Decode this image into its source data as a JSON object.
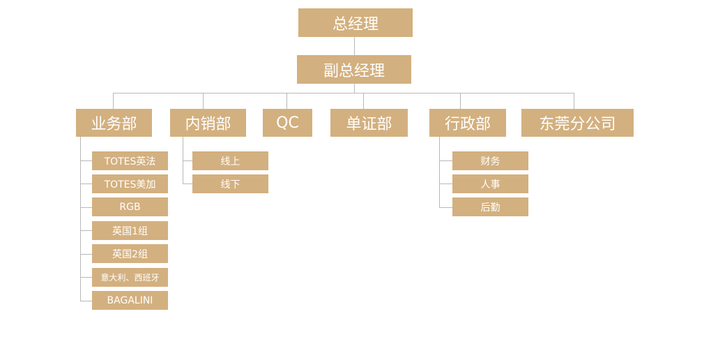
{
  "org": {
    "top": "总经理",
    "deputy": "副总经理",
    "departments": [
      {
        "name": "业务部",
        "children": [
          "TOTES英法",
          "TOTES美加",
          "RGB",
          "英国1组",
          "英国2组",
          "意大利、西班牙",
          "BAGALINI"
        ]
      },
      {
        "name": "内销部",
        "children": [
          "线上",
          "线下"
        ]
      },
      {
        "name": "QC",
        "children": []
      },
      {
        "name": "单证部",
        "children": []
      },
      {
        "name": "行政部",
        "children": [
          "财务",
          "人事",
          "后勤"
        ]
      },
      {
        "name": "东莞分公司",
        "children": []
      }
    ]
  },
  "colors": {
    "box": "#d3b07f",
    "text": "#ffffff",
    "line": "#b8b8b8"
  }
}
